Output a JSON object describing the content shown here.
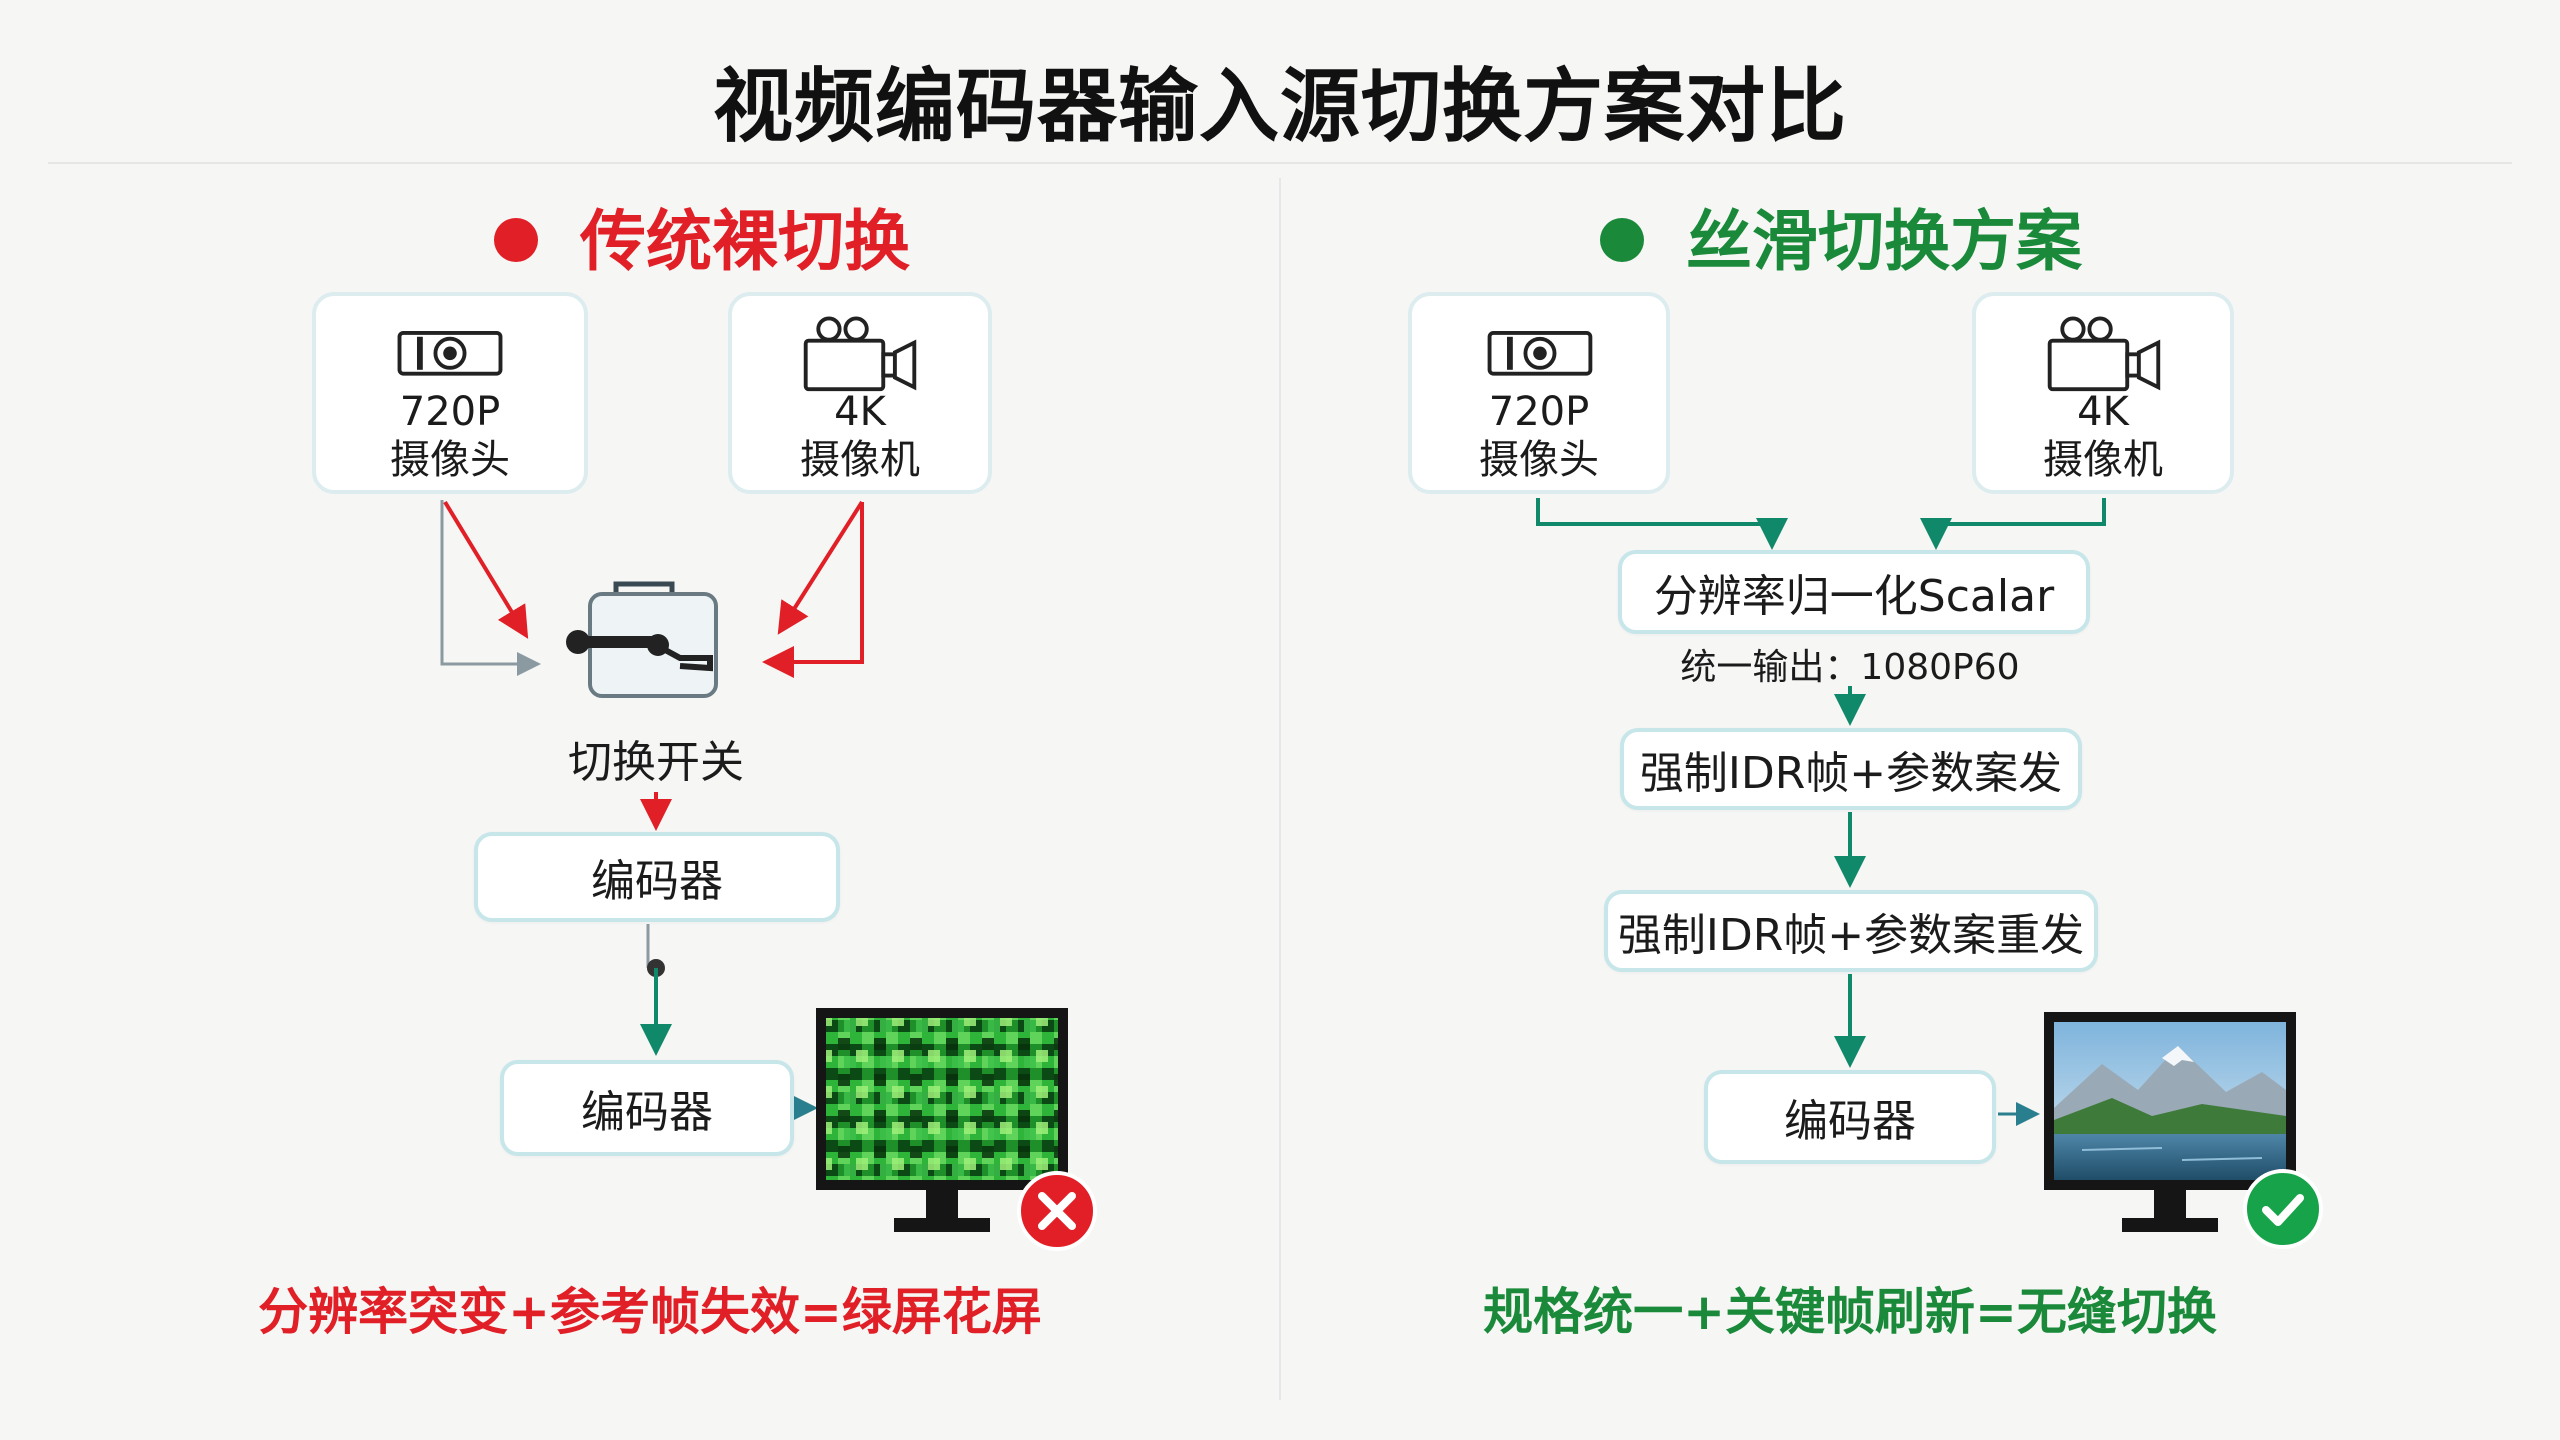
{
  "title": "视频编码器输入源切换方案对比",
  "left": {
    "heading": "传统裸切换",
    "cam1": {
      "line1": "720P",
      "line2": "摄像头"
    },
    "cam2": {
      "line1": "4K",
      "line2": "摄像机"
    },
    "switch_label": "切换开关",
    "encoder1": "编码器",
    "encoder2": "编码器",
    "status": "error",
    "conclusion": "分辨率突变+参考帧失效=绿屏花屏"
  },
  "right": {
    "heading": "丝滑切换方案",
    "cam1": {
      "line1": "720P",
      "line2": "摄像头"
    },
    "cam2": {
      "line1": "4K",
      "line2": "摄像机"
    },
    "scalar": "分辨率归一化Scalar",
    "unified_output": "统一输出：1080P60",
    "step1": "强制IDR帧+参数案发",
    "step2": "强制IDR帧+参数案重发",
    "encoder": "编码器",
    "status": "success",
    "conclusion": "规格统一+关键帧刷新=无缝切换"
  },
  "colors": {
    "red": "#e11f26",
    "green": "#1a8a3a",
    "teal_arrow": "#10896a",
    "box_border": "#c6e6ea"
  }
}
